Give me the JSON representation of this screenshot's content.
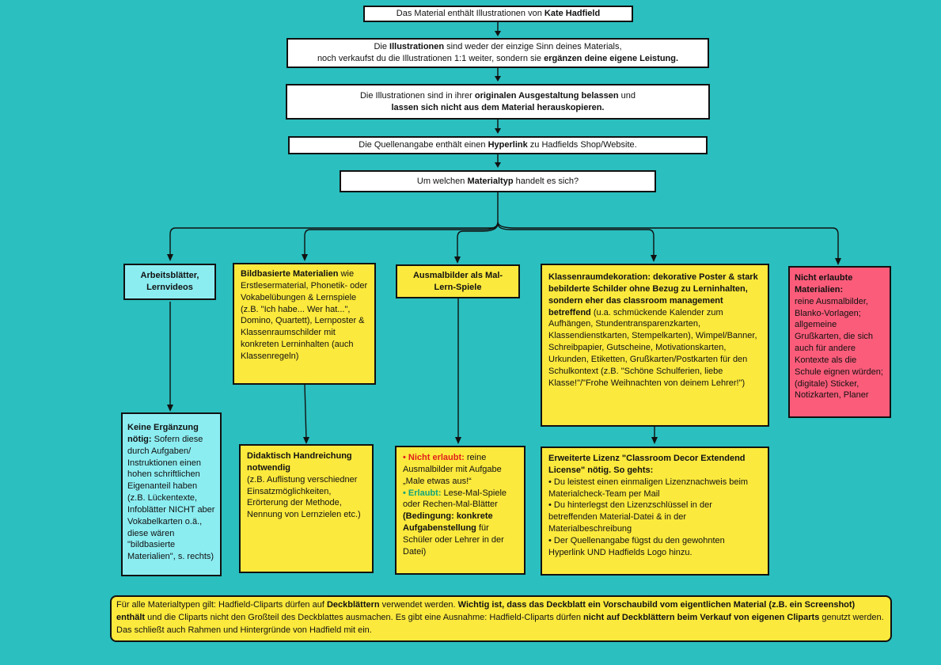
{
  "top": {
    "box1": {
      "pre": "Das Material enthält Illustrationen von ",
      "bold": "Kate Hadfield"
    },
    "box2": {
      "l1_pre": "Die ",
      "l1_bold": "Illustrationen",
      "l1_post": " sind weder der einzige Sinn deines Materials,",
      "l2_pre": "noch verkaufst du die Illustrationen 1:1 weiter, sondern sie ",
      "l2_bold": "ergänzen deine eigene Leistung."
    },
    "box3": {
      "l1_pre": "Die Illustrationen sind in ihrer ",
      "l1_bold": "originalen Ausgestaltung belassen",
      "l1_post": " und",
      "l2_bold": "lassen sich nicht aus dem Material herauskopieren."
    },
    "box4": {
      "pre": "Die Quellenangabe enthält einen ",
      "bold": "Hyperlink",
      "post": " zu Hadfields Shop/Website."
    },
    "box5": {
      "pre": "Um welchen ",
      "bold": "Materialtyp",
      "post": " handelt es sich?"
    }
  },
  "categories": {
    "arbeitsblaetter": {
      "title": "Arbeitsblätter, Lernvideos"
    },
    "bildbasiert": {
      "bold": "Bildbasierte Materialien",
      "text": " wie Erstlesermaterial, Phonetik- oder Vokabelübungen & Lernspiele (z.B. \"Ich habe... Wer hat...\", Domino, Quartett), Lernposter & Klassenraumschilder mit konkreten Lerninhalten (auch Klassenregeln)"
    },
    "ausmalbilder": {
      "title": "Ausmalbilder als Mal-Lern-Spiele"
    },
    "klassenraum": {
      "bold": "Klassenraumdekoration: dekorative Poster & stark bebilderte Schilder ohne Bezug zu Lerninhalten, sondern eher das classroom management betreffend",
      "text": " (u.a. schmückende Kalender zum Aufhängen, Stundentransparenzkarten, Klassendienstkarten, Stempelkarten), Wimpel/Banner, Schreibpapier, Gutscheine, Motivationskarten, Urkunden, Etiketten, Grußkarten/Postkarten für den Schulkontext (z.B. \"Schöne Schulferien, liebe Klasse!\"/\"Frohe Weihnachten von deinem Lehrer!\")"
    },
    "nicht_erlaubt": {
      "bold": "Nicht erlaubte Materialien:",
      "text": "reine Ausmalbilder, Blanko-Vorlagen; allgemeine Grußkarten, die sich auch für andere Kontexte als die Schule eignen würden; (digitale) Sticker, Notizkarten, Planer"
    }
  },
  "results": {
    "keine": {
      "bold": "Keine Ergänzung nötig:",
      "text": " Sofern diese durch Aufgaben/ Instruktionen einen hohen schriftlichen Eigenanteil haben (z.B. Lückentexte, Infoblätter NICHT aber Vokabelkarten o.ä., diese wären \"bildbasierte Materialien\", s. rechts)"
    },
    "didaktisch": {
      "bold": "Didaktisch Handreichung notwendig",
      "text": "(z.B. Auflistung verschiedner Einsatzmöglichkeiten, Erörterung der Methode, Nennung von Lernzielen etc.)"
    },
    "ausmal": {
      "bullet": "• ",
      "red": "Nicht erlaubt:",
      "red_text": " reine Ausmalbilder mit Aufgabe „Male etwas aus!“",
      "green": "Erlaubt:",
      "green_text": " Lese-Mal-Spiele oder Rechen-Mal-Blätter",
      "cond_bold": "(Bedingung: konkrete Aufgabenstellung",
      "cond_text": " für Schüler oder Lehrer in der Datei)"
    },
    "lizenz": {
      "bold": "Erweiterte Lizenz \"Classroom Decor Extendend License\" nötig. So gehts:",
      "b1": "• Du leistest einen einmaligen Lizenznachweis beim Materialcheck-Team per Mail",
      "b2": "• Du hinterlegst den Lizenzschlüssel in der betreffenden Material-Datei & in der Materialbeschreibung",
      "b3": "• Der Quellenangabe fügst du den gewohnten Hyperlink UND Hadfields Logo hinzu."
    }
  },
  "footer": {
    "t1": "Für alle Materialtypen gilt: Hadfield-Cliparts dürfen auf ",
    "b1": "Deckblättern",
    "t2": " verwendet werden. ",
    "b2": "Wichtig ist, dass das Deckblatt ein Vorschaubild vom eigentlichen Material (z.B. ein Screenshot) enthält",
    "t3": " und die Cliparts nicht den Großteil des Deckblattes ausmachen. Es gibt eine Ausnahme: Hadfield-Cliparts dürfen ",
    "b3": "nicht auf Deckblättern beim Verkauf von eigenen Cliparts",
    "t4": " genutzt werden. Das schließt auch Rahmen und Hintergründe von Hadfield mit ein."
  },
  "colors": {
    "background": "#2bbfbf",
    "yellow": "#fce93d",
    "cyan": "#8cedf1",
    "pink": "#fb5c7a",
    "red_text": "#e0201b",
    "green_text": "#12a37a"
  }
}
